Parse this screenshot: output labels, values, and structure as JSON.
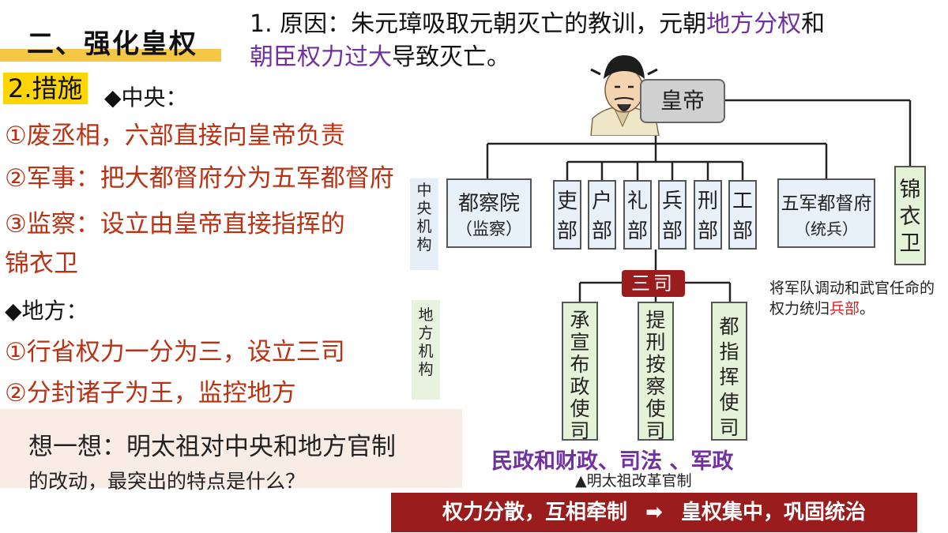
{
  "title": "二、强化皇权",
  "reason": {
    "prefix": "1. 原因：朱元璋吸取元朝灭亡的教训，元朝",
    "hl1": "地方分权",
    "mid": "和",
    "hl2": "朝臣权力过大",
    "suffix": "导致灭亡。"
  },
  "measures": {
    "badge": "2.措施",
    "central_head": "◆中央：",
    "central_items": [
      "①废丞相，六部直接向皇帝负责",
      "②军事：把大都督府分为五军都督府",
      "③监察：设立由皇帝直接指挥的",
      "锦衣卫"
    ],
    "local_head": "◆地方：",
    "local_items": [
      "①行省权力一分为三，设立三司",
      "②分封诸子为王，监控地方"
    ]
  },
  "think": {
    "line1": "想一想：明太祖对中央和地方官制",
    "line2": "的改动，最突出的特点是什么？"
  },
  "diagram": {
    "emperor": "皇帝",
    "central_tag": "中央机构",
    "local_tag": "地方机构",
    "duchayuan": {
      "name": "都察院",
      "sub": "（监察）"
    },
    "six_ministries": [
      "吏部",
      "户部",
      "礼部",
      "兵部",
      "刑部",
      "工部"
    ],
    "wujun": {
      "name": "五军都督府",
      "sub": "（统兵）"
    },
    "jinyiwei": "锦衣卫",
    "sansi": "三司",
    "sansi_items": [
      "承宣布政使司",
      "提刑按察使司",
      "都指挥使司"
    ],
    "note_prefix": "将军队调动和武官任命的权力统归",
    "note_red": "兵部",
    "note_suffix": "。",
    "functions": "民政和财政、司法 、军政",
    "caption": "▲明太祖改革官制",
    "bubble": "。"
  },
  "banner": {
    "left": "权力分散，互相牵制",
    "arrow": "➡",
    "right": "皇权集中，巩固统治"
  },
  "colors": {
    "accent_red": "#9b1c1c",
    "purple": "#7030a0",
    "text_red": "#b83213",
    "highlight_yellow": "#ffd500"
  }
}
